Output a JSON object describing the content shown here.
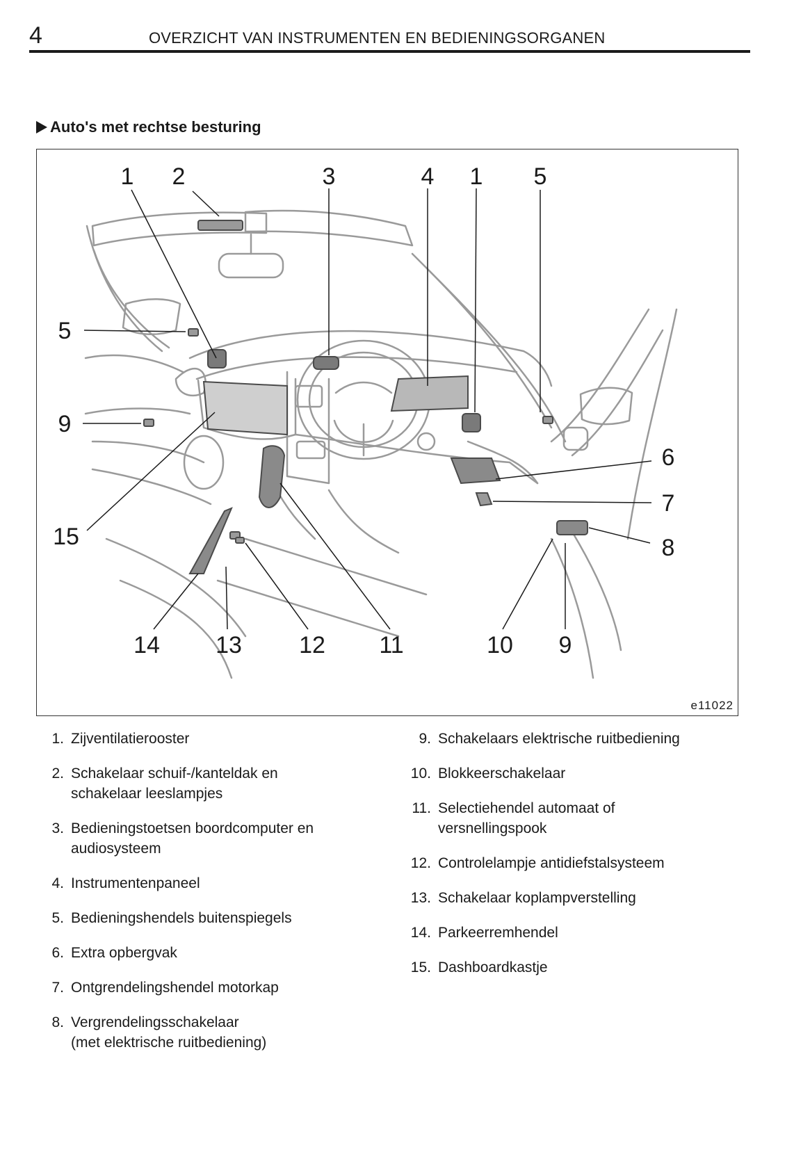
{
  "header": {
    "page_number": "4",
    "title": "OVERZICHT VAN INSTRUMENTEN EN BEDIENINGSORGANEN"
  },
  "section": {
    "heading": "Auto's met rechtse besturing"
  },
  "figure": {
    "code": "e11022",
    "callout_labels": [
      "1",
      "2",
      "3",
      "4",
      "1",
      "5",
      "5",
      "9",
      "15",
      "6",
      "7",
      "8",
      "14",
      "13",
      "12",
      "11",
      "10",
      "9"
    ]
  },
  "legend": {
    "left": [
      {
        "num": "1.",
        "lines": [
          "Zijventilatierooster"
        ]
      },
      {
        "num": "2.",
        "lines": [
          "Schakelaar schuif-/kanteldak en",
          "schakelaar leeslampjes"
        ]
      },
      {
        "num": "3.",
        "lines": [
          "Bedieningstoetsen boordcomputer en",
          "audiosysteem"
        ]
      },
      {
        "num": "4.",
        "lines": [
          "Instrumentenpaneel"
        ]
      },
      {
        "num": "5.",
        "lines": [
          "Bedieningshendels buitenspiegels"
        ]
      },
      {
        "num": "6.",
        "lines": [
          "Extra opbergvak"
        ]
      },
      {
        "num": "7.",
        "lines": [
          "Ontgrendelingshendel motorkap"
        ]
      },
      {
        "num": "8.",
        "lines": [
          "Vergrendelingsschakelaar",
          "(met elektrische ruitbediening)"
        ]
      }
    ],
    "right": [
      {
        "num": "9.",
        "lines": [
          "Schakelaars elektrische ruitbediening"
        ]
      },
      {
        "num": "10.",
        "lines": [
          "Blokkeerschakelaar"
        ]
      },
      {
        "num": "11.",
        "lines": [
          "Selectiehendel automaat of",
          "versnellingspook"
        ]
      },
      {
        "num": "12.",
        "lines": [
          "Controlelampje antidiefstalsysteem"
        ]
      },
      {
        "num": "13.",
        "lines": [
          "Schakelaar koplampverstelling"
        ]
      },
      {
        "num": "14.",
        "lines": [
          "Parkeerremhendel"
        ]
      },
      {
        "num": "15.",
        "lines": [
          "Dashboardkastje"
        ]
      }
    ]
  }
}
